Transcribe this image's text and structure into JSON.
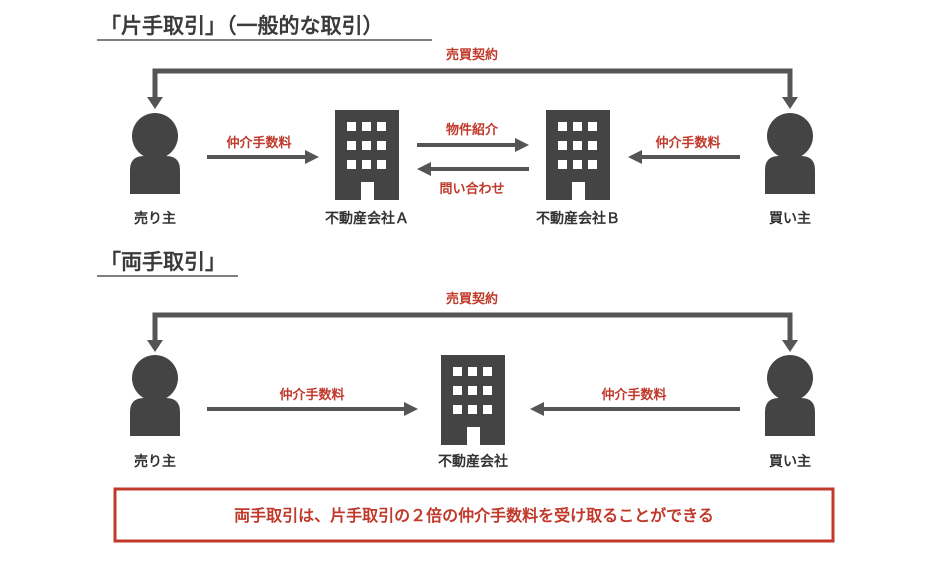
{
  "colors": {
    "dark": "#444444",
    "arrow": "#555555",
    "accent": "#c0392b"
  },
  "section1": {
    "title": "「片手取引」（一般的な取引）",
    "contract_label": "売買契約",
    "seller_label": "売り主",
    "buyer_label": "買い主",
    "agency_a_label": "不動産会社Ａ",
    "agency_b_label": "不動産会社Ｂ",
    "fee_left_label": "仲介手数料",
    "fee_right_label": "仲介手数料",
    "intro_label": "物件紹介",
    "inquiry_label": "問い合わせ"
  },
  "section2": {
    "title": "「両手取引」",
    "contract_label": "売買契約",
    "seller_label": "売り主",
    "buyer_label": "買い主",
    "agency_label": "不動産会社",
    "fee_left_label": "仲介手数料",
    "fee_right_label": "仲介手数料"
  },
  "note": {
    "text": "両手取引は、片手取引の２倍の仲介手数料を受け取ることができる"
  }
}
